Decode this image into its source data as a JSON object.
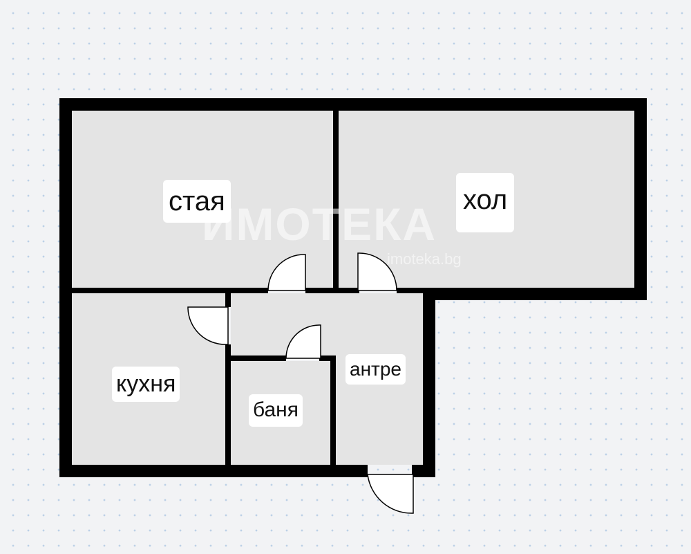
{
  "rooms": {
    "staya": "стая",
    "hol": "хол",
    "kuhnya": "кухня",
    "banya": "баня",
    "antre": "антре"
  },
  "watermark": {
    "brand": "ИМОТЕКА",
    "site": "imoteka.bg"
  },
  "colors": {
    "wall": "#000000",
    "floor": "#e4e4e4",
    "background": "#f2f3f5",
    "grid_dot": "#bcd0e6",
    "label_bg": "#ffffff"
  }
}
